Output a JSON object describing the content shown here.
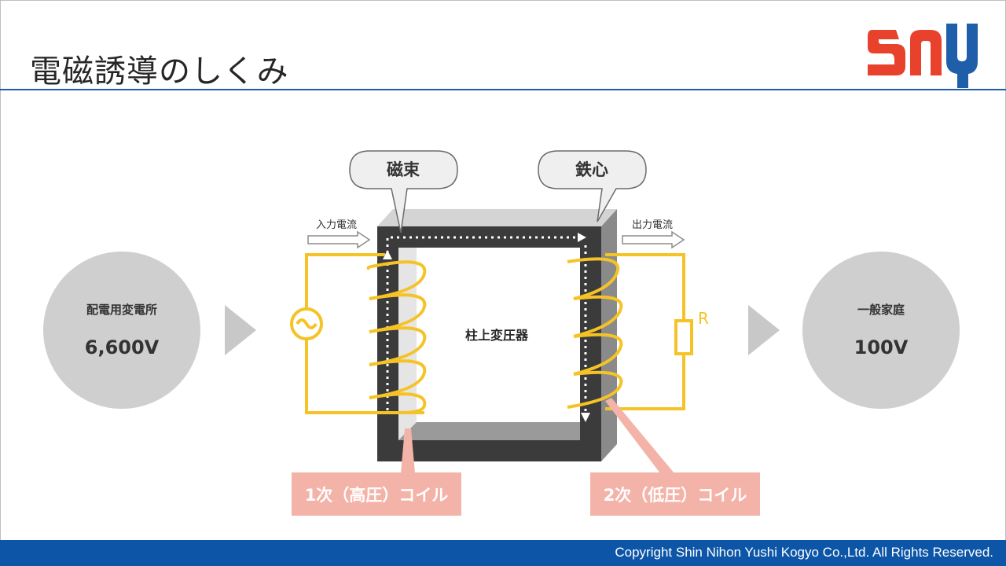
{
  "header": {
    "title": "電磁誘導のしくみ"
  },
  "logo": {
    "text": "sny",
    "color_red": "#e8412c",
    "color_blue": "#1f5ea8"
  },
  "diagram": {
    "source": {
      "name": "配電用変電所",
      "voltage": "6,600V"
    },
    "destination": {
      "name": "一般家庭",
      "voltage": "100V"
    },
    "transformer_label": "柱上変圧器",
    "callouts": {
      "flux": "磁束",
      "core": "鉄心"
    },
    "input_current": "入力電流",
    "output_current": "出力電流",
    "resistor_label": "R",
    "primary_coil": "1次（高圧）コイル",
    "secondary_coil": "2次（低圧）コイル",
    "colors": {
      "coil": "#f5c326",
      "core": "#3b3b3b",
      "node": "#cfcfcf",
      "label_bg": "#f4b3a8"
    }
  },
  "footer": {
    "copyright": "Copyright Shin Nihon Yushi Kogyo Co.,Ltd. All Rights Reserved."
  }
}
